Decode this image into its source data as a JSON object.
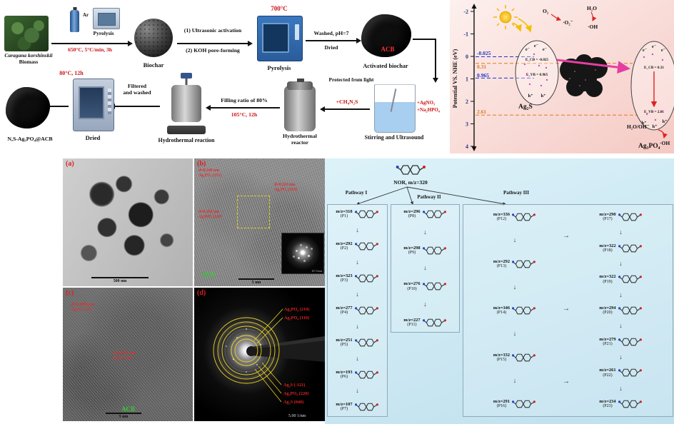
{
  "synthesis": {
    "biomass_name": "Caragana korshinskii",
    "biomass_sub": "Biomass",
    "step1_conditions": "650°C, 5°C/min, 3h",
    "ar_label": "Ar",
    "pyrolysis1_label": "Pyrolysis",
    "biochar_label": "Biochar",
    "step2_line1": "(1) Ultrasonic activation",
    "step2_line2": "(2) KOH pore-forming",
    "furnace_temp": "700°C",
    "pyrolysis2_label": "Pyrolysis",
    "step3_line1": "Washed, pH=7",
    "step3_line2": "Dried",
    "acb_tag": "ACB",
    "activated_biochar_label": "Activated biochar",
    "protected_label": "Protected from light",
    "reagent1": "+AgNO₃",
    "reagent2": "+Na₂HPO₄",
    "stirring_label": "Stirring and Ultrasound",
    "thiourea": "+CH₄N₂S",
    "reactor_label": "Hydrothermal reactor",
    "filling_label": "Filling ratio of 80%",
    "hydro_conditions": "105°C, 12h",
    "reaction_label": "Hydrothermal reaction",
    "filtered_line1": "Filtered",
    "filtered_line2": "and washed",
    "dry_conditions": "80°C, 12h",
    "dried_label": "Dried",
    "product_label": "N,S-Ag₃PO₄@ACB"
  },
  "band": {
    "axis_label": "Potential VS. NHE (eV)",
    "ticks": [
      "-2",
      "-1",
      "0",
      "1",
      "2",
      "3",
      "4"
    ],
    "cb_ag2s": "-0.025",
    "cb_ag3po4": "0.31",
    "vb_ag2s": "0.965",
    "vb_ag3po4": "2.61",
    "ecb_ag2s": "E_CB = -0.025",
    "evb_ag2s": "E_VB = 0.965",
    "ecb_ag3po4": "E_CB = 0.31",
    "evb_ag3po4": "E_VB = 2.61",
    "ag2s_label": "Ag₂S",
    "ag3po4_label": "Ag₃PO₄",
    "o2": "O₂",
    "superoxide": "·O₂⁻",
    "h2o": "H₂O",
    "hydroxyl1": "·OH",
    "h2o_oh": "H₂O/OH⁻",
    "hydroxyl2": "·OH",
    "electron": "e⁻",
    "hole": "h⁺"
  },
  "tem": {
    "a": {
      "label": "(a)",
      "scale": "500 nm"
    },
    "b": {
      "label": "(b)",
      "scale": "5 nm",
      "acb": "ACB",
      "fft_scale": "10 1/nm",
      "ann1a": "d=0.240 nm",
      "ann1b": "Ag₃PO₄ (211)",
      "ann2a": "d=0.268 nm",
      "ann2b": "Ag₃PO₄ (210)",
      "ann3a": "d=0.213 nm",
      "ann3b": "Ag₃PO₄ (310)"
    },
    "c": {
      "label": "(c)",
      "scale": "5 nm",
      "acb": "ACB",
      "ann1a": "d=0.2689 nm",
      "ann1b": "Ag₂S (-121)",
      "ann2a": "d=0.2455 nm",
      "ann2b": "Ag₂S (-112)"
    },
    "d": {
      "label": "(d)",
      "scale": "5.00 1/nm",
      "top_labels": [
        "Ag₃PO₄ (210)",
        "Ag₃PO₄ (110)"
      ],
      "bottom_labels": [
        "Ag₂S (-121)",
        "Ag₃PO₄ (220)",
        "Ag₂S (040)"
      ]
    }
  },
  "pathways": {
    "root_label": "NOR, m/z=320",
    "p1": {
      "label": "Pathway I",
      "items": [
        {
          "mz": "m/z=318",
          "code": "(P1)"
        },
        {
          "mz": "m/z=292",
          "code": "(P2)"
        },
        {
          "mz": "m/z=323",
          "code": "(P3)"
        },
        {
          "mz": "m/z=277",
          "code": "(P4)"
        },
        {
          "mz": "m/z=251",
          "code": "(P5)"
        },
        {
          "mz": "m/z=193",
          "code": "(P6)"
        },
        {
          "mz": "m/z=107",
          "code": "(P7)"
        }
      ]
    },
    "p2": {
      "label": "Pathway II",
      "items": [
        {
          "mz": "m/z=296",
          "code": "(P8)"
        },
        {
          "mz": "m/z=298",
          "code": "(P9)"
        },
        {
          "mz": "m/z=276",
          "code": "(P10)"
        },
        {
          "mz": "m/z=227",
          "code": "(P11)"
        }
      ]
    },
    "p3": {
      "label": "Pathway III",
      "col1": [
        {
          "mz": "m/z=336",
          "code": "(P12)"
        },
        {
          "mz": "m/z=292",
          "code": "(P13)"
        },
        {
          "mz": "m/z=346",
          "code": "(P14)"
        },
        {
          "mz": "m/z=332",
          "code": "(P15)"
        },
        {
          "mz": "m/z=291",
          "code": "(P16)"
        }
      ],
      "col2": [
        {
          "mz": "m/z=290",
          "code": "(P17)"
        },
        {
          "mz": "m/z=322",
          "code": "(P18)"
        },
        {
          "mz": "m/z=322",
          "code": "(P19)"
        },
        {
          "mz": "m/z=294",
          "code": "(P20)"
        },
        {
          "mz": "m/z=279",
          "code": "(P21)"
        },
        {
          "mz": "m/z=261",
          "code": "(P22)"
        },
        {
          "mz": "m/z=234",
          "code": "(P23)"
        }
      ]
    }
  }
}
